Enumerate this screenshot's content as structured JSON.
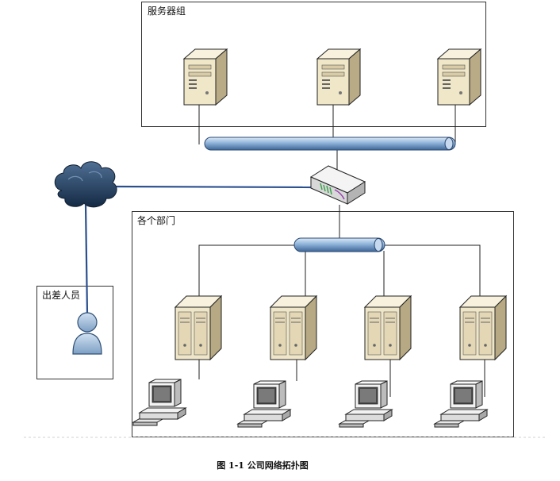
{
  "groups": {
    "server_group": "服务器组",
    "departments": "各个部门",
    "traveler": "出差人员"
  },
  "caption": "图 1-1  公司网络拓扑图",
  "nodes": {
    "servers": [
      "server-1",
      "server-2",
      "server-3"
    ],
    "dept_servers": [
      "dept-server-1",
      "dept-server-2",
      "dept-server-3",
      "dept-server-4"
    ],
    "workstations": [
      "workstation-1",
      "workstation-2",
      "workstation-3",
      "workstation-4"
    ]
  },
  "colors": {
    "bus": "#8fb3d9",
    "bus_edge": "#2c4a73",
    "cloud": "#2b4766",
    "wan_link": "#2a4f8f",
    "tower": "#efe6cf",
    "user": "#a8c4e0"
  }
}
